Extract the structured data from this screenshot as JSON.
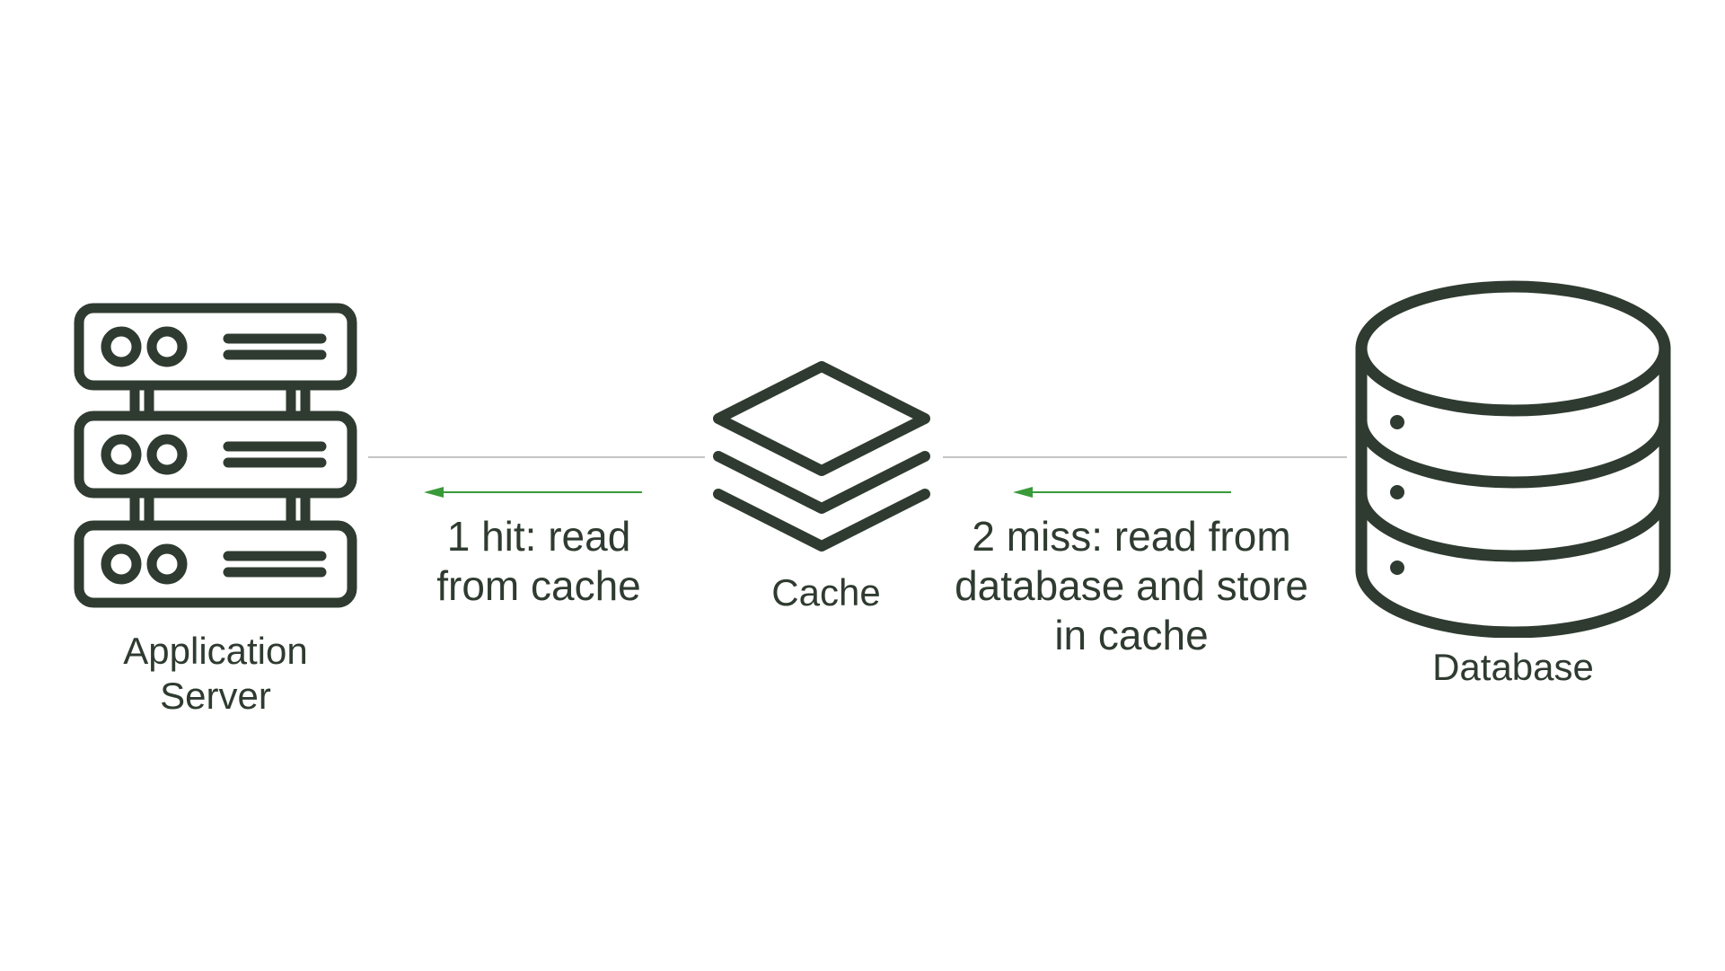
{
  "colors": {
    "icon": "#2f3b30",
    "text": "#2f3b30",
    "connector": "#c4c4c4",
    "arrow": "#3a9a3a",
    "background": "#ffffff"
  },
  "nodes": {
    "app_server": {
      "label": "Application\nServer",
      "icon": "server-rack-icon"
    },
    "cache": {
      "label": "Cache",
      "icon": "stacked-layers-icon"
    },
    "database": {
      "label": "Database",
      "icon": "database-cylinder-icon"
    }
  },
  "edges": {
    "hit": {
      "label": "1 hit: read\nfrom cache",
      "direction": "cache to application server"
    },
    "miss": {
      "label": "2 miss: read from\ndatabase and store\nin cache",
      "direction": "database to cache"
    }
  }
}
